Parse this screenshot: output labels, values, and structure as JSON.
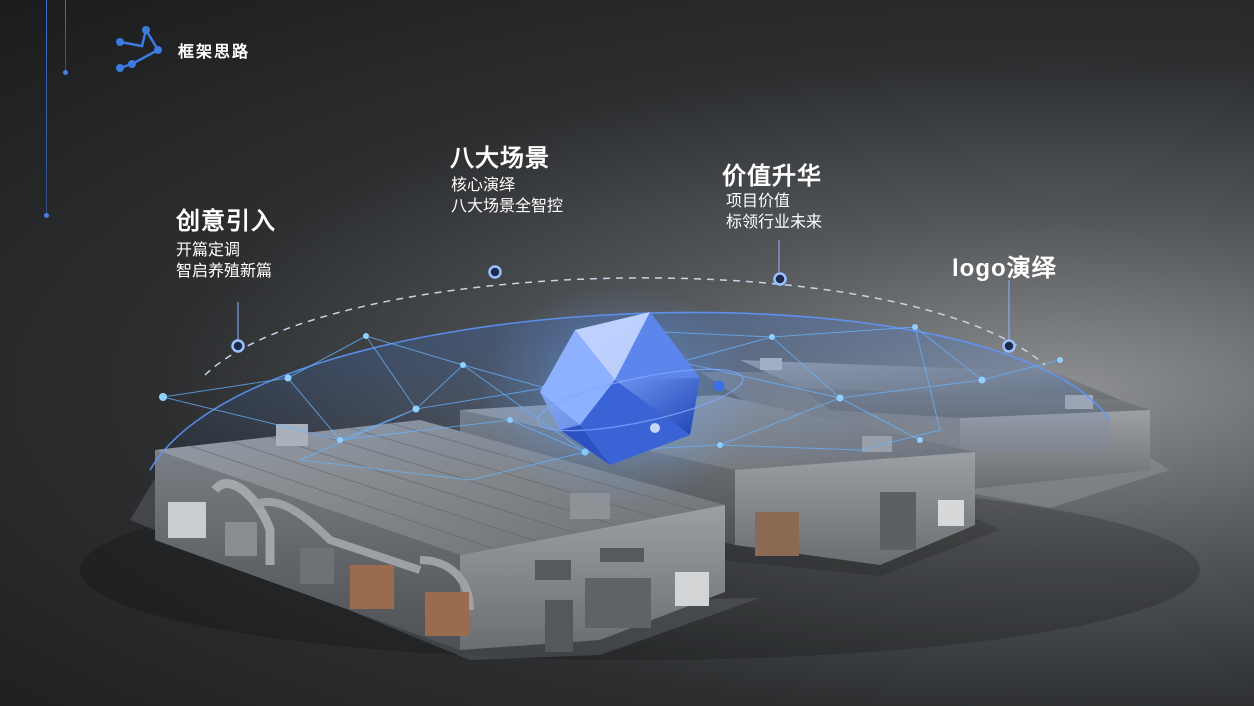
{
  "header": {
    "title": "框架思路",
    "logo_icon": "network-nodes-icon"
  },
  "colors": {
    "accent": "#3c7be0",
    "text": "#ffffff",
    "timeline": "#c9d3e6"
  },
  "stages": [
    {
      "title": "创意引入",
      "lines": [
        "开篇定调",
        "智启养殖新篇"
      ]
    },
    {
      "title": "八大场景",
      "lines": [
        "核心演绎",
        "八大场景全智控"
      ]
    },
    {
      "title": "价值升华",
      "lines": [
        "项目价值",
        "标领行业未来"
      ]
    },
    {
      "title": "logo演绎",
      "lines": []
    }
  ]
}
